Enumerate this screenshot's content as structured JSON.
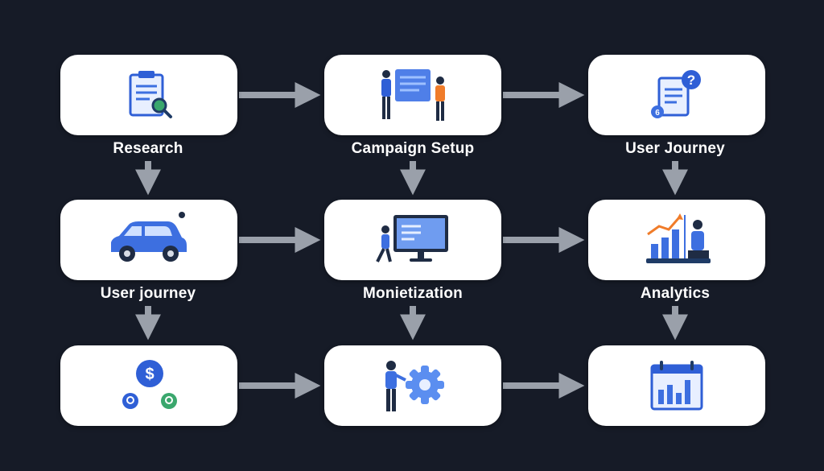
{
  "nodes": {
    "research": {
      "label": "Research",
      "icon": "clipboard-magnifier-icon"
    },
    "campaign_setup": {
      "label": "Campaign Setup",
      "icon": "team-whiteboard-icon"
    },
    "user_journey_top": {
      "label": "User Journey",
      "icon": "document-question-icon"
    },
    "user_journey_mid": {
      "label": "User journey",
      "icon": "car-icon"
    },
    "monetization": {
      "label": "Monietization",
      "icon": "monitor-presenter-icon"
    },
    "analytics": {
      "label": "Analytics",
      "icon": "growth-chart-person-icon"
    },
    "revenue": {
      "label": "",
      "icon": "dollar-coins-icon"
    },
    "settings": {
      "label": "",
      "icon": "person-gear-icon"
    },
    "reporting": {
      "label": "",
      "icon": "calendar-bar-chart-icon"
    }
  },
  "edges": [
    {
      "from": "research",
      "to": "campaign_setup"
    },
    {
      "from": "campaign_setup",
      "to": "user_journey_top"
    },
    {
      "from": "research",
      "to": "user_journey_mid"
    },
    {
      "from": "campaign_setup",
      "to": "monetization"
    },
    {
      "from": "user_journey_top",
      "to": "analytics"
    },
    {
      "from": "user_journey_mid",
      "to": "monetization"
    },
    {
      "from": "monetization",
      "to": "analytics"
    },
    {
      "from": "user_journey_mid",
      "to": "revenue"
    },
    {
      "from": "monetization",
      "to": "settings"
    },
    {
      "from": "analytics",
      "to": "reporting"
    },
    {
      "from": "revenue",
      "to": "settings"
    },
    {
      "from": "settings",
      "to": "reporting"
    }
  ],
  "colors": {
    "background": "#161b27",
    "card": "#ffffff",
    "arrow": "#9aa0aa",
    "accent_blue": "#3d6fe0",
    "accent_orange": "#f07c2a",
    "accent_green": "#3aa76d"
  }
}
